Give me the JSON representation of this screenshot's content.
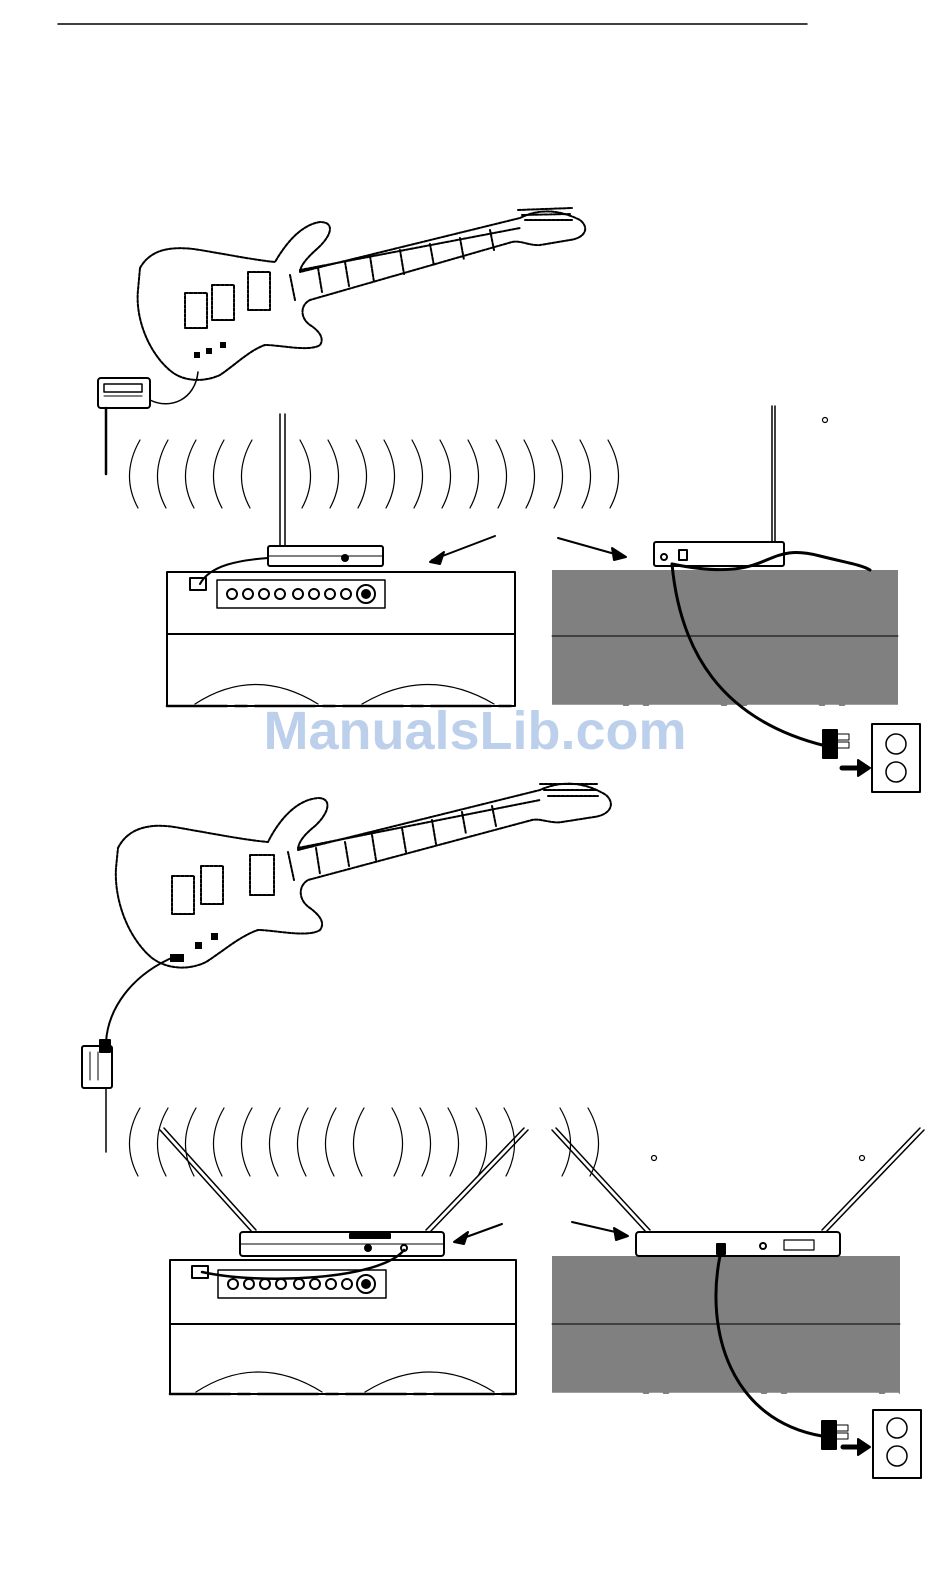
{
  "watermark": {
    "text": "ManualsLib.com",
    "color": "#bcd0ec"
  },
  "colors": {
    "ink": "#000000",
    "cabinet_dark": "#808080",
    "paper": "#ffffff"
  },
  "figures": [
    {
      "name": "single-antenna-setup",
      "transmitter": "bodypack-transmitter",
      "receiver": "single-antenna-receiver"
    },
    {
      "name": "dual-antenna-setup",
      "transmitter": "bodypack-transmitter",
      "receiver": "dual-antenna-receiver"
    }
  ]
}
